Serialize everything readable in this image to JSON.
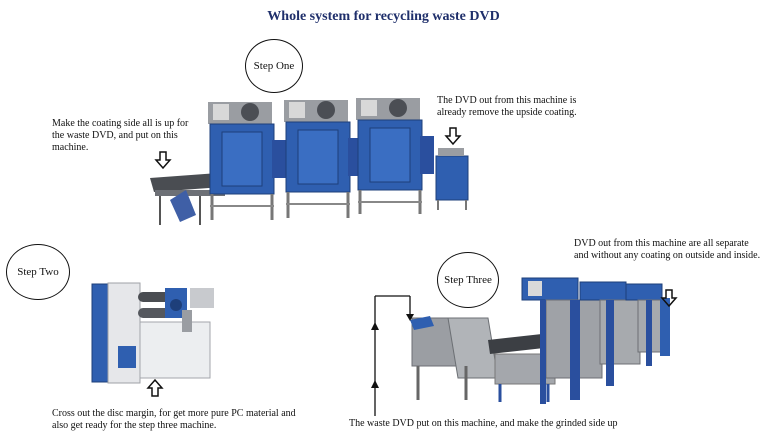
{
  "title": "Whole system for recycling waste DVD",
  "steps": {
    "one": {
      "label": "Step One",
      "note_left": "Make the coating side all is up for the waste DVD, and put on this machine.",
      "note_right": "The DVD out from this machine is already remove the upside  coating."
    },
    "two": {
      "label": "Step Two",
      "note_bottom": "Cross out the disc margin, for get more pure PC material and also get ready for the step three machine."
    },
    "three": {
      "label": "Step Three",
      "note_top": "DVD out from this machine are all separate and without any coating on outside and inside.",
      "note_bottom": "The waste DVD put on this machine, and make the grinded side up"
    }
  },
  "colors": {
    "machine_blue": "#2f5fb0",
    "frame_blue": "#2a4f9e",
    "steel": "#8e9196",
    "title": "#1f2f6b"
  }
}
